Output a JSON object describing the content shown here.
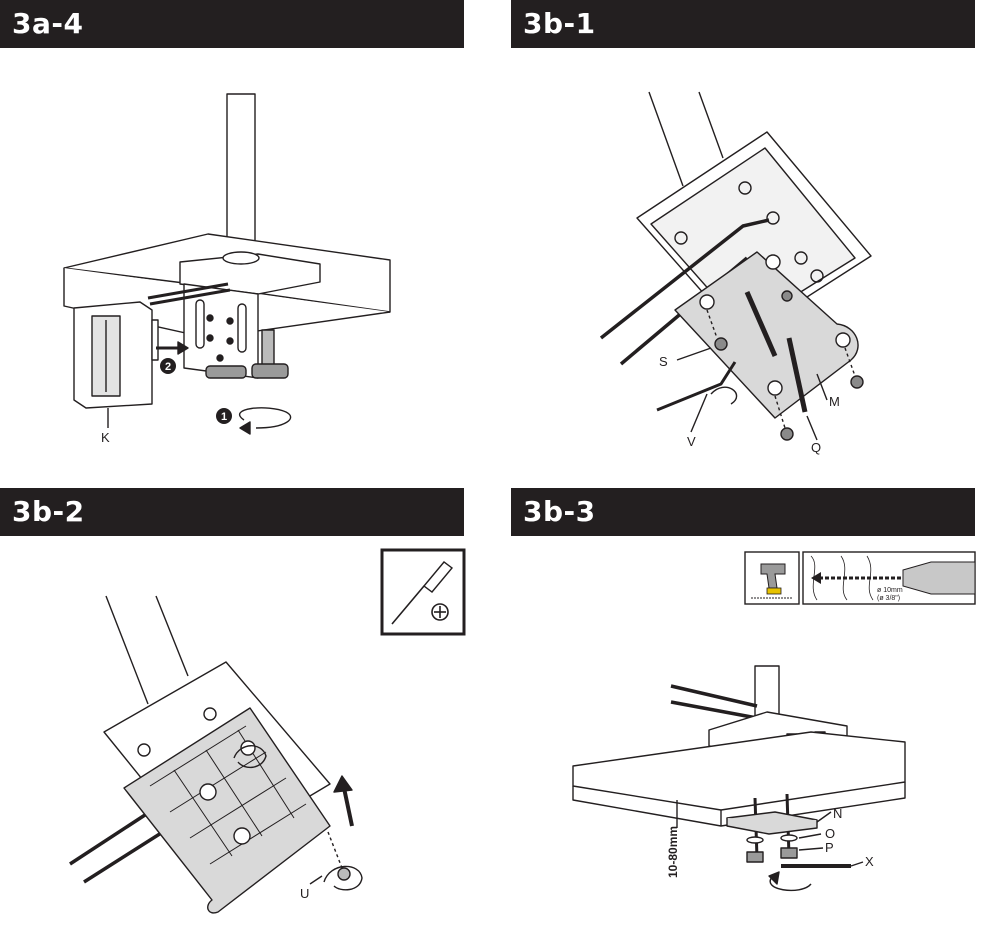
{
  "steps": [
    {
      "id": "3a-4",
      "title": "3a-4",
      "labels": {
        "k": "K"
      },
      "badges": [
        "1",
        "2"
      ]
    },
    {
      "id": "3b-1",
      "title": "3b-1",
      "labels": {
        "s": "S",
        "v": "V",
        "m": "M",
        "q": "Q"
      }
    },
    {
      "id": "3b-2",
      "title": "3b-2",
      "labels": {
        "u": "U"
      },
      "tool_icon": "phillips-screwdriver-icon"
    },
    {
      "id": "3b-3",
      "title": "3b-3",
      "labels": {
        "n": "N",
        "o": "O",
        "p": "P",
        "x": "X",
        "thickness": "10-80mm"
      },
      "drill_label_1": "ø 10mm",
      "drill_label_2": "(ø 3/8\")",
      "tool_icon": "power-drill-icon"
    }
  ]
}
